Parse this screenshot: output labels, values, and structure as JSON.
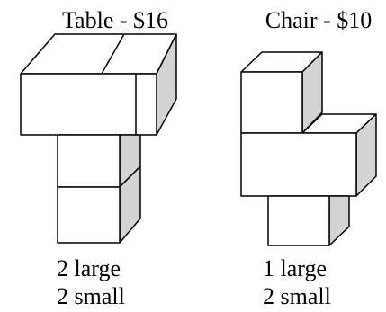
{
  "table": {
    "title": "Table - $16",
    "large_line": "2 large",
    "small_line": "2 small"
  },
  "chair": {
    "title": "Chair - $10",
    "large_line": "1 large",
    "small_line": "2 small"
  },
  "colors": {
    "face": "#ffffff",
    "side": "#d3d3d3",
    "stroke": "#000000"
  }
}
